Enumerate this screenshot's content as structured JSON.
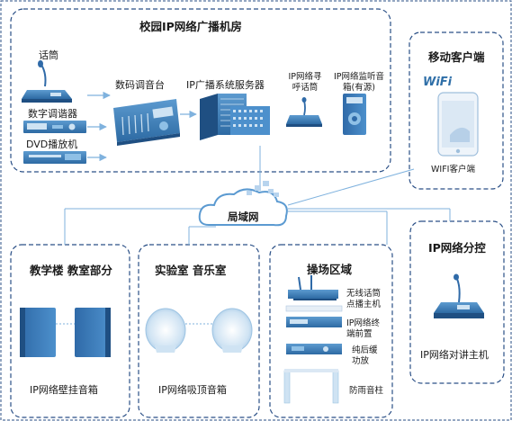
{
  "colors": {
    "frame": "#2a4f86",
    "device": "#3b7fb8",
    "device_light": "#8fc0e6",
    "cloud": "#5b9ad1",
    "arrow": "#7fb2de"
  },
  "server_room": {
    "title": "校园IP网络广播机房",
    "mic_label": "话筒",
    "tuner_label": "数字调谐器",
    "dvd_label": "DVD播放机",
    "mixer_label": "数码调音台",
    "server_label": "IP广播系统服务器",
    "paging_mic_label_1": "IP网络寻",
    "paging_mic_label_2": "呼话筒",
    "monitor_label_1": "IP网络监听音",
    "monitor_label_2": "箱(有源)"
  },
  "mobile": {
    "title": "移动客户端",
    "wifi_text": "WiFi",
    "client_label": "WIFI客户端"
  },
  "lan_label": "局域网",
  "teaching": {
    "title": "教学楼 教室部分",
    "speaker_label": "IP网络壁挂音箱"
  },
  "lab": {
    "title": "实验室   音乐室",
    "speaker_label": "IP网络吸顶音箱"
  },
  "playground": {
    "title": "操场区域",
    "wireless_mic_label_1": "无线话筒",
    "wireless_mic_label_2": "点播主机",
    "terminal_label_1": "IP网络终",
    "terminal_label_2": "端前置",
    "amp_label_1": "纯后缓",
    "amp_label_2": "功放",
    "column_label": "防雨音柱"
  },
  "control": {
    "title": "IP网络分控",
    "intercom_label": "IP网络对讲主机"
  }
}
